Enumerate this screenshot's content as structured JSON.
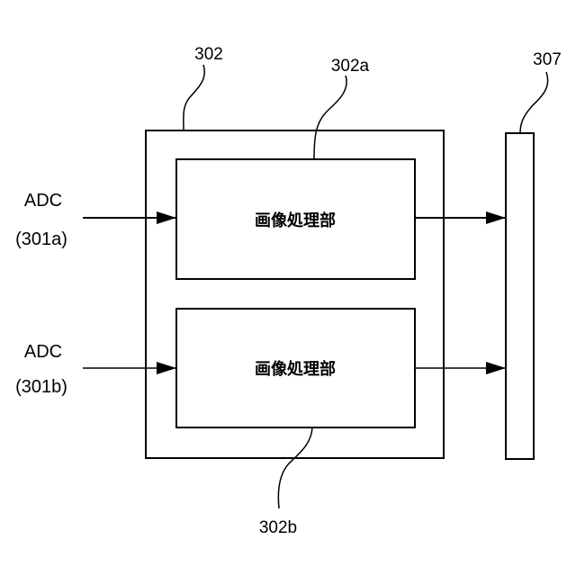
{
  "colors": {
    "stroke": "#000000",
    "background": "#ffffff"
  },
  "labels": {
    "outer_block": "302",
    "upper_block": "302a",
    "lower_block": "302b",
    "output_bar": "307"
  },
  "inputs": [
    {
      "line1": "ADC",
      "line2": "(301a)"
    },
    {
      "line1": "ADC",
      "line2": "(301b)"
    }
  ],
  "blocks": [
    {
      "text": "画像処理部"
    },
    {
      "text": "画像処理部"
    }
  ]
}
